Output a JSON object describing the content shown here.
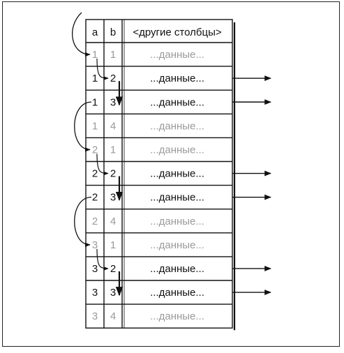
{
  "table": {
    "headers": [
      "a",
      "b",
      "<другие столбцы>"
    ],
    "rows": [
      {
        "a": "1",
        "b": "1",
        "data": "...данные...",
        "active": false,
        "arrow_out": false
      },
      {
        "a": "1",
        "b": "2",
        "data": "...данные...",
        "active": true,
        "arrow_out": true
      },
      {
        "a": "1",
        "b": "3",
        "data": "...данные...",
        "active": true,
        "arrow_out": true
      },
      {
        "a": "1",
        "b": "4",
        "data": "...данные...",
        "active": false,
        "arrow_out": false
      },
      {
        "a": "2",
        "b": "1",
        "data": "...данные...",
        "active": false,
        "arrow_out": false
      },
      {
        "a": "2",
        "b": "2",
        "data": "...данные...",
        "active": true,
        "arrow_out": true
      },
      {
        "a": "2",
        "b": "3",
        "data": "...данные...",
        "active": true,
        "arrow_out": true
      },
      {
        "a": "2",
        "b": "4",
        "data": "...данные...",
        "active": false,
        "arrow_out": false
      },
      {
        "a": "3",
        "b": "1",
        "data": "...данные...",
        "active": false,
        "arrow_out": false
      },
      {
        "a": "3",
        "b": "2",
        "data": "...данные...",
        "active": true,
        "arrow_out": true
      },
      {
        "a": "3",
        "b": "3",
        "data": "...данные...",
        "active": true,
        "arrow_out": true
      },
      {
        "a": "3",
        "b": "4",
        "data": "...данные...",
        "active": false,
        "arrow_out": false
      }
    ]
  },
  "colors": {
    "active_text": "#111111",
    "inactive_text": "#9a9a9a",
    "line": "#111111"
  }
}
